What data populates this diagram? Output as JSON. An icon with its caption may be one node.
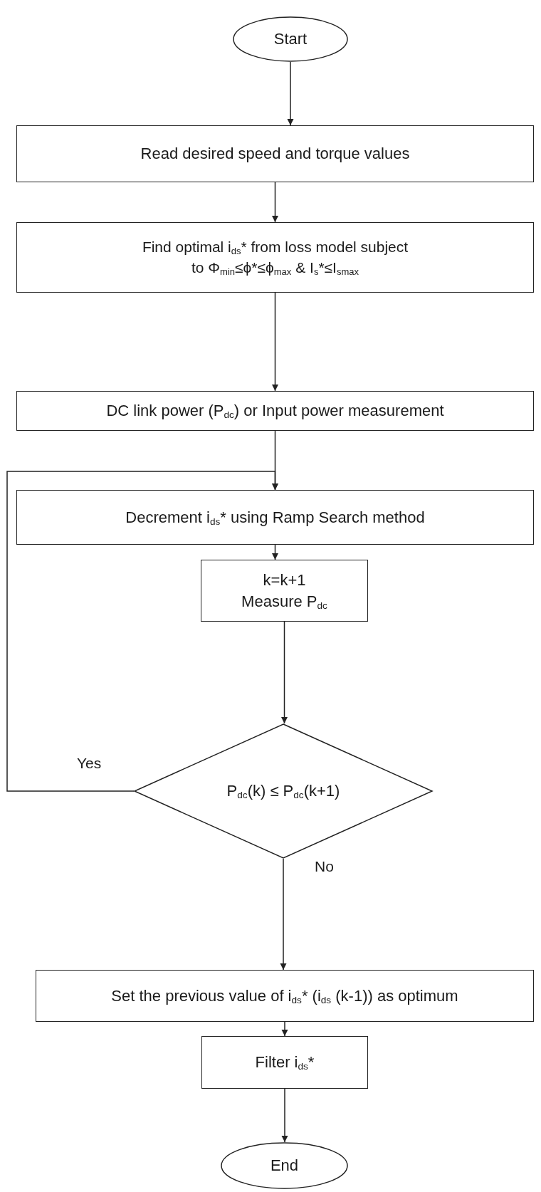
{
  "diagram": {
    "nodes": [
      {
        "text": [
          "Start"
        ]
      },
      {
        "text": [
          "Read desired speed and torque values"
        ]
      },
      {
        "text": [
          "Find optimal i$_{ds}$* from loss model subject to Φ$_{min}$≤ϕ*≤ϕ$_{max}$ & I$_{s}$*≤I$_{smax}$"
        ]
      },
      {
        "text": [
          "DC link power (P$_{dc}$) or Input power measurement"
        ]
      },
      {
        "text": [
          "Decrement i$_{ds}$* using Ramp Search method"
        ]
      },
      {
        "text": [
          "k=k+1",
          "Measure P$_{dc}$"
        ]
      },
      {
        "text": [
          "P$_{dc}$(k) ≤  P$_{dc}$(k+1)"
        ]
      },
      {
        "text": [
          "Set the previous value of i$_{ds}$* (i$_{ds}$ (k-1)) as optimum"
        ]
      },
      {
        "text": [
          "Filter i$_{ds}$*"
        ]
      },
      {
        "text": [
          "End"
        ]
      }
    ],
    "edges": [
      {
        "from": 0,
        "to": 1,
        "arrow": "to"
      },
      {
        "from": 1,
        "to": 2,
        "arrow": "to"
      },
      {
        "from": 2,
        "to": 3,
        "arrow": "to"
      },
      {
        "from": 3,
        "to": 4,
        "arrow": "to"
      },
      {
        "from": 4,
        "to": 5,
        "arrow": "to"
      },
      {
        "from": 5,
        "to": 6,
        "arrow": "to"
      },
      {
        "from": 6,
        "to": 4,
        "arrow": "to",
        "label": "Yes"
      },
      {
        "from": 6,
        "to": 7,
        "arrow": "to",
        "label": "No"
      },
      {
        "from": 7,
        "to": 8,
        "arrow": "to"
      },
      {
        "from": 8,
        "to": 9,
        "arrow": "to"
      }
    ]
  }
}
